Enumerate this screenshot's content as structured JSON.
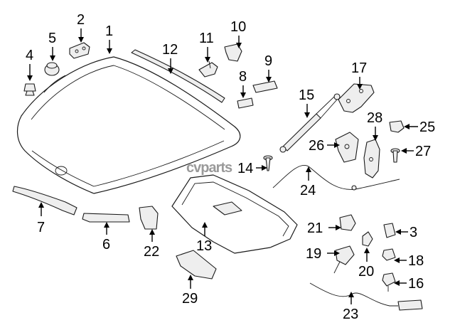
{
  "watermark": "cvparts",
  "callouts": {
    "c1": "1",
    "c2": "2",
    "c3": "3",
    "c4": "4",
    "c5": "5",
    "c6": "6",
    "c7": "7",
    "c8": "8",
    "c9": "9",
    "c10": "10",
    "c11": "11",
    "c12": "12",
    "c13": "13",
    "c14": "14",
    "c15": "15",
    "c16": "16",
    "c17": "17",
    "c18": "18",
    "c19": "19",
    "c20": "20",
    "c21": "21",
    "c22": "22",
    "c23": "23",
    "c24": "24",
    "c25": "25",
    "c26": "26",
    "c27": "27",
    "c28": "28",
    "c29": "29"
  },
  "colors": {
    "line": "#1a1a1a",
    "watermark": "#9a9a9a",
    "background": "#ffffff"
  }
}
